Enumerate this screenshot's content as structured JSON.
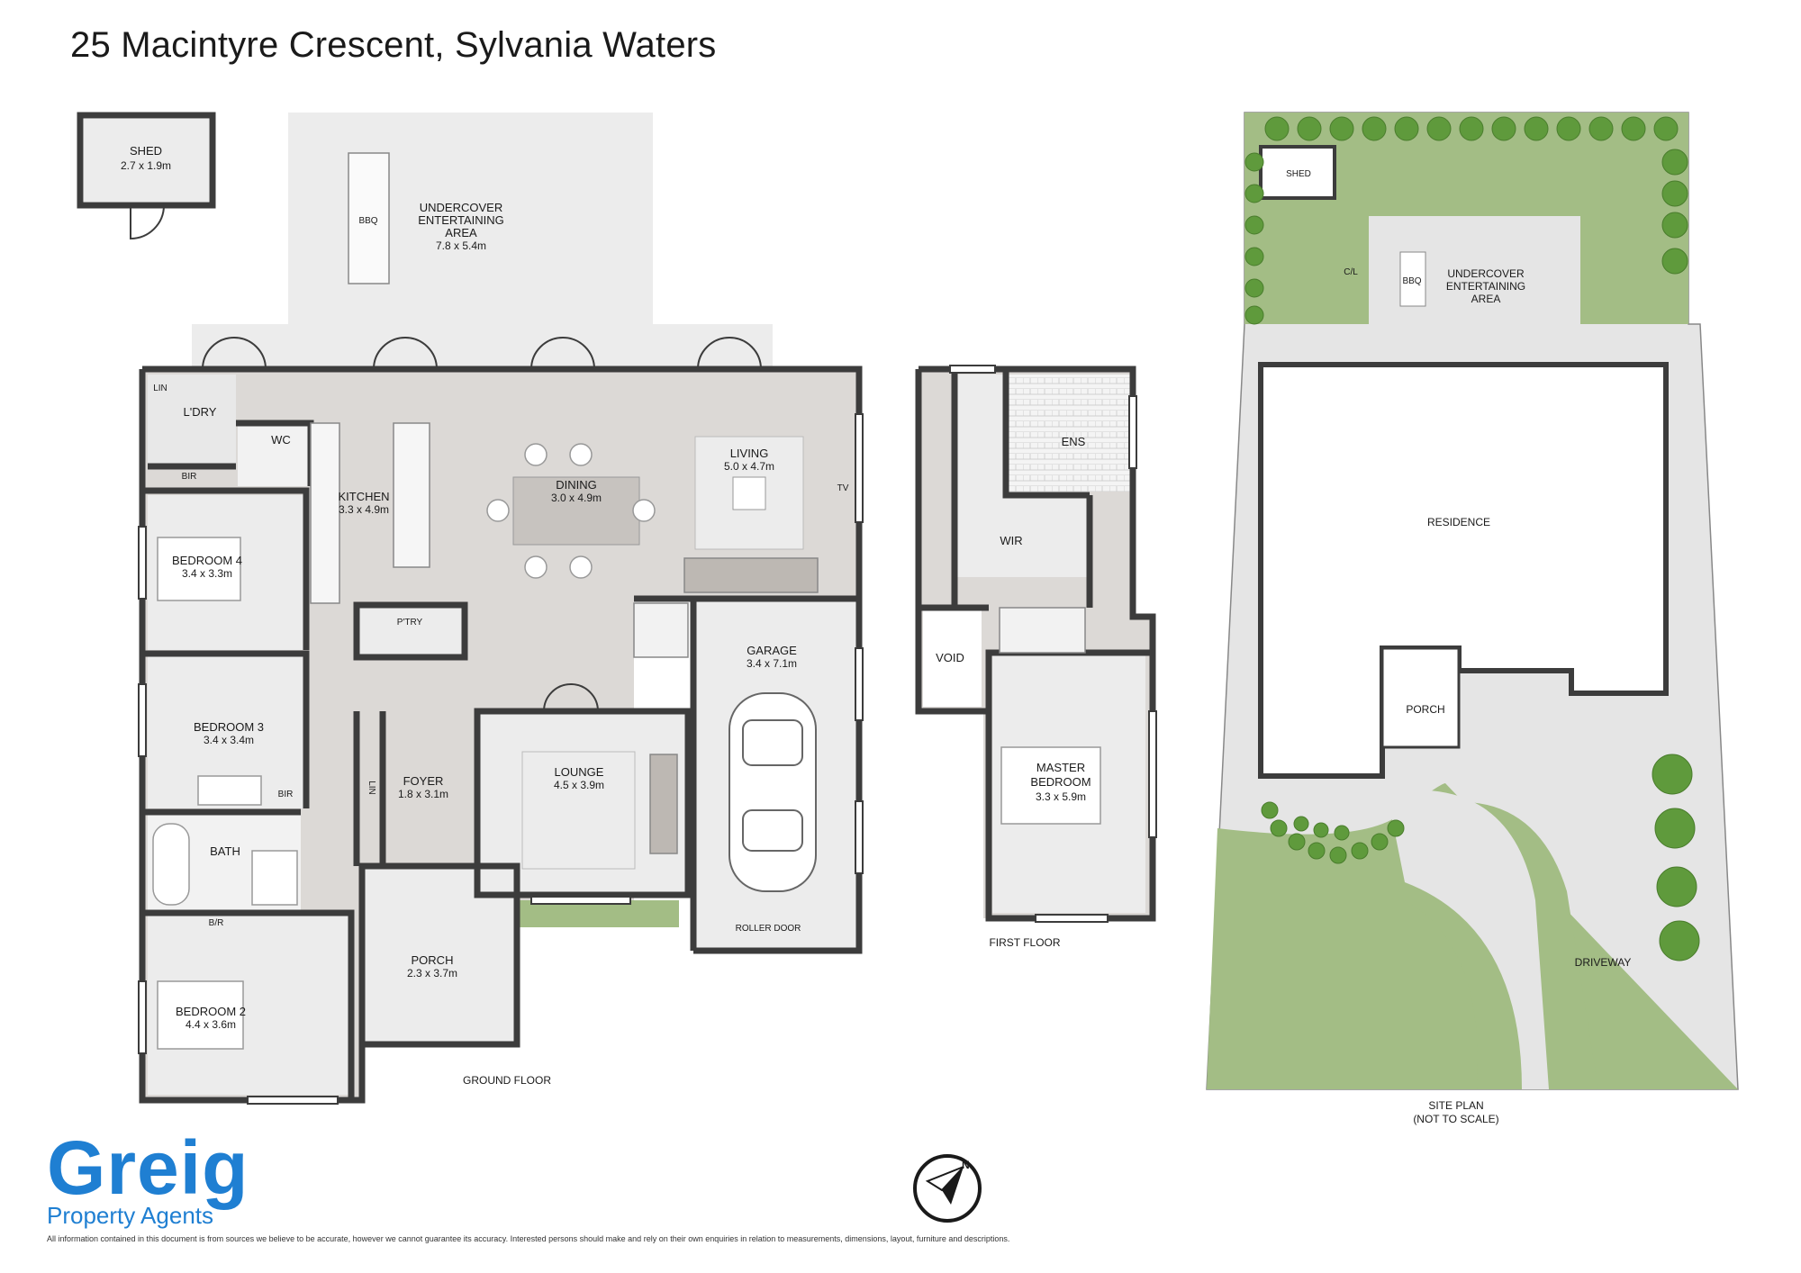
{
  "title": "25 Macintyre Crescent, Sylvania Waters",
  "disclaimer": "All information contained in this document is from sources we believe to be accurate, however we cannot guarantee its accuracy. Interested persons should make and rely on their own enquiries in relation to measurements, dimensions, layout, furniture and descriptions.",
  "logo": {
    "word": "Greig",
    "sub": "Property Agents"
  },
  "compass": {
    "label": "N"
  },
  "colors": {
    "floor": "#dcd9d6",
    "wall": "#3c3c3c",
    "lawn": "#a3bd85",
    "tree": "#5f9a3c",
    "brand": "#1f7fd2",
    "room": "#ececec"
  },
  "ground_floor": {
    "label": "GROUND FLOOR",
    "shed": {
      "name": "SHED",
      "dims": "2.7 x 1.9m"
    },
    "entertaining": {
      "line1": "UNDERCOVER",
      "line2": "ENTERTAINING",
      "line3": "AREA",
      "dims": "7.8 x 5.4m",
      "bbq": "BBQ"
    },
    "laundry": "L'DRY",
    "lin_top": "LIN",
    "wc": "WC",
    "bir": "BIR",
    "kitchen": {
      "name": "KITCHEN",
      "dims": "3.3 x 4.9m"
    },
    "dining": {
      "name": "DINING",
      "dims": "3.0 x 4.9m"
    },
    "living": {
      "name": "LIVING",
      "dims": "5.0 x 4.7m",
      "tv": "TV"
    },
    "bedroom4": {
      "name": "BEDROOM 4",
      "dims": "3.4 x 3.3m"
    },
    "pantry": "P'TRY",
    "garage": {
      "name": "GARAGE",
      "dims": "3.4 x 7.1m",
      "door": "ROLLER DOOR"
    },
    "bedroom3": {
      "name": "BEDROOM 3",
      "dims": "3.4 x 3.4m",
      "bir": "BIR"
    },
    "foyer": {
      "name": "FOYER",
      "dims": "1.8 x 3.1m",
      "lin": "LIN"
    },
    "lounge": {
      "name": "LOUNGE",
      "dims": "4.5 x 3.9m"
    },
    "bath": "BATH",
    "bedroom2": {
      "name": "BEDROOM 2",
      "dims": "4.4 x 3.6m",
      "bir": "B/R"
    },
    "porch": {
      "name": "PORCH",
      "dims": "2.3 x 3.7m"
    }
  },
  "first_floor": {
    "label": "FIRST FLOOR",
    "ens": "ENS",
    "wir": "WIR",
    "void": "VOID",
    "master": {
      "line1": "MASTER",
      "line2": "BEDROOM",
      "dims": "3.3 x 5.9m"
    }
  },
  "site_plan": {
    "label1": "SITE PLAN",
    "label2": "(NOT TO SCALE)",
    "shed": "SHED",
    "cl": "C/L",
    "bbq": "BBQ",
    "entertaining": {
      "line1": "UNDERCOVER",
      "line2": "ENTERTAINING",
      "line3": "AREA"
    },
    "residence": "RESIDENCE",
    "porch": "PORCH",
    "driveway": "DRIVEWAY"
  }
}
